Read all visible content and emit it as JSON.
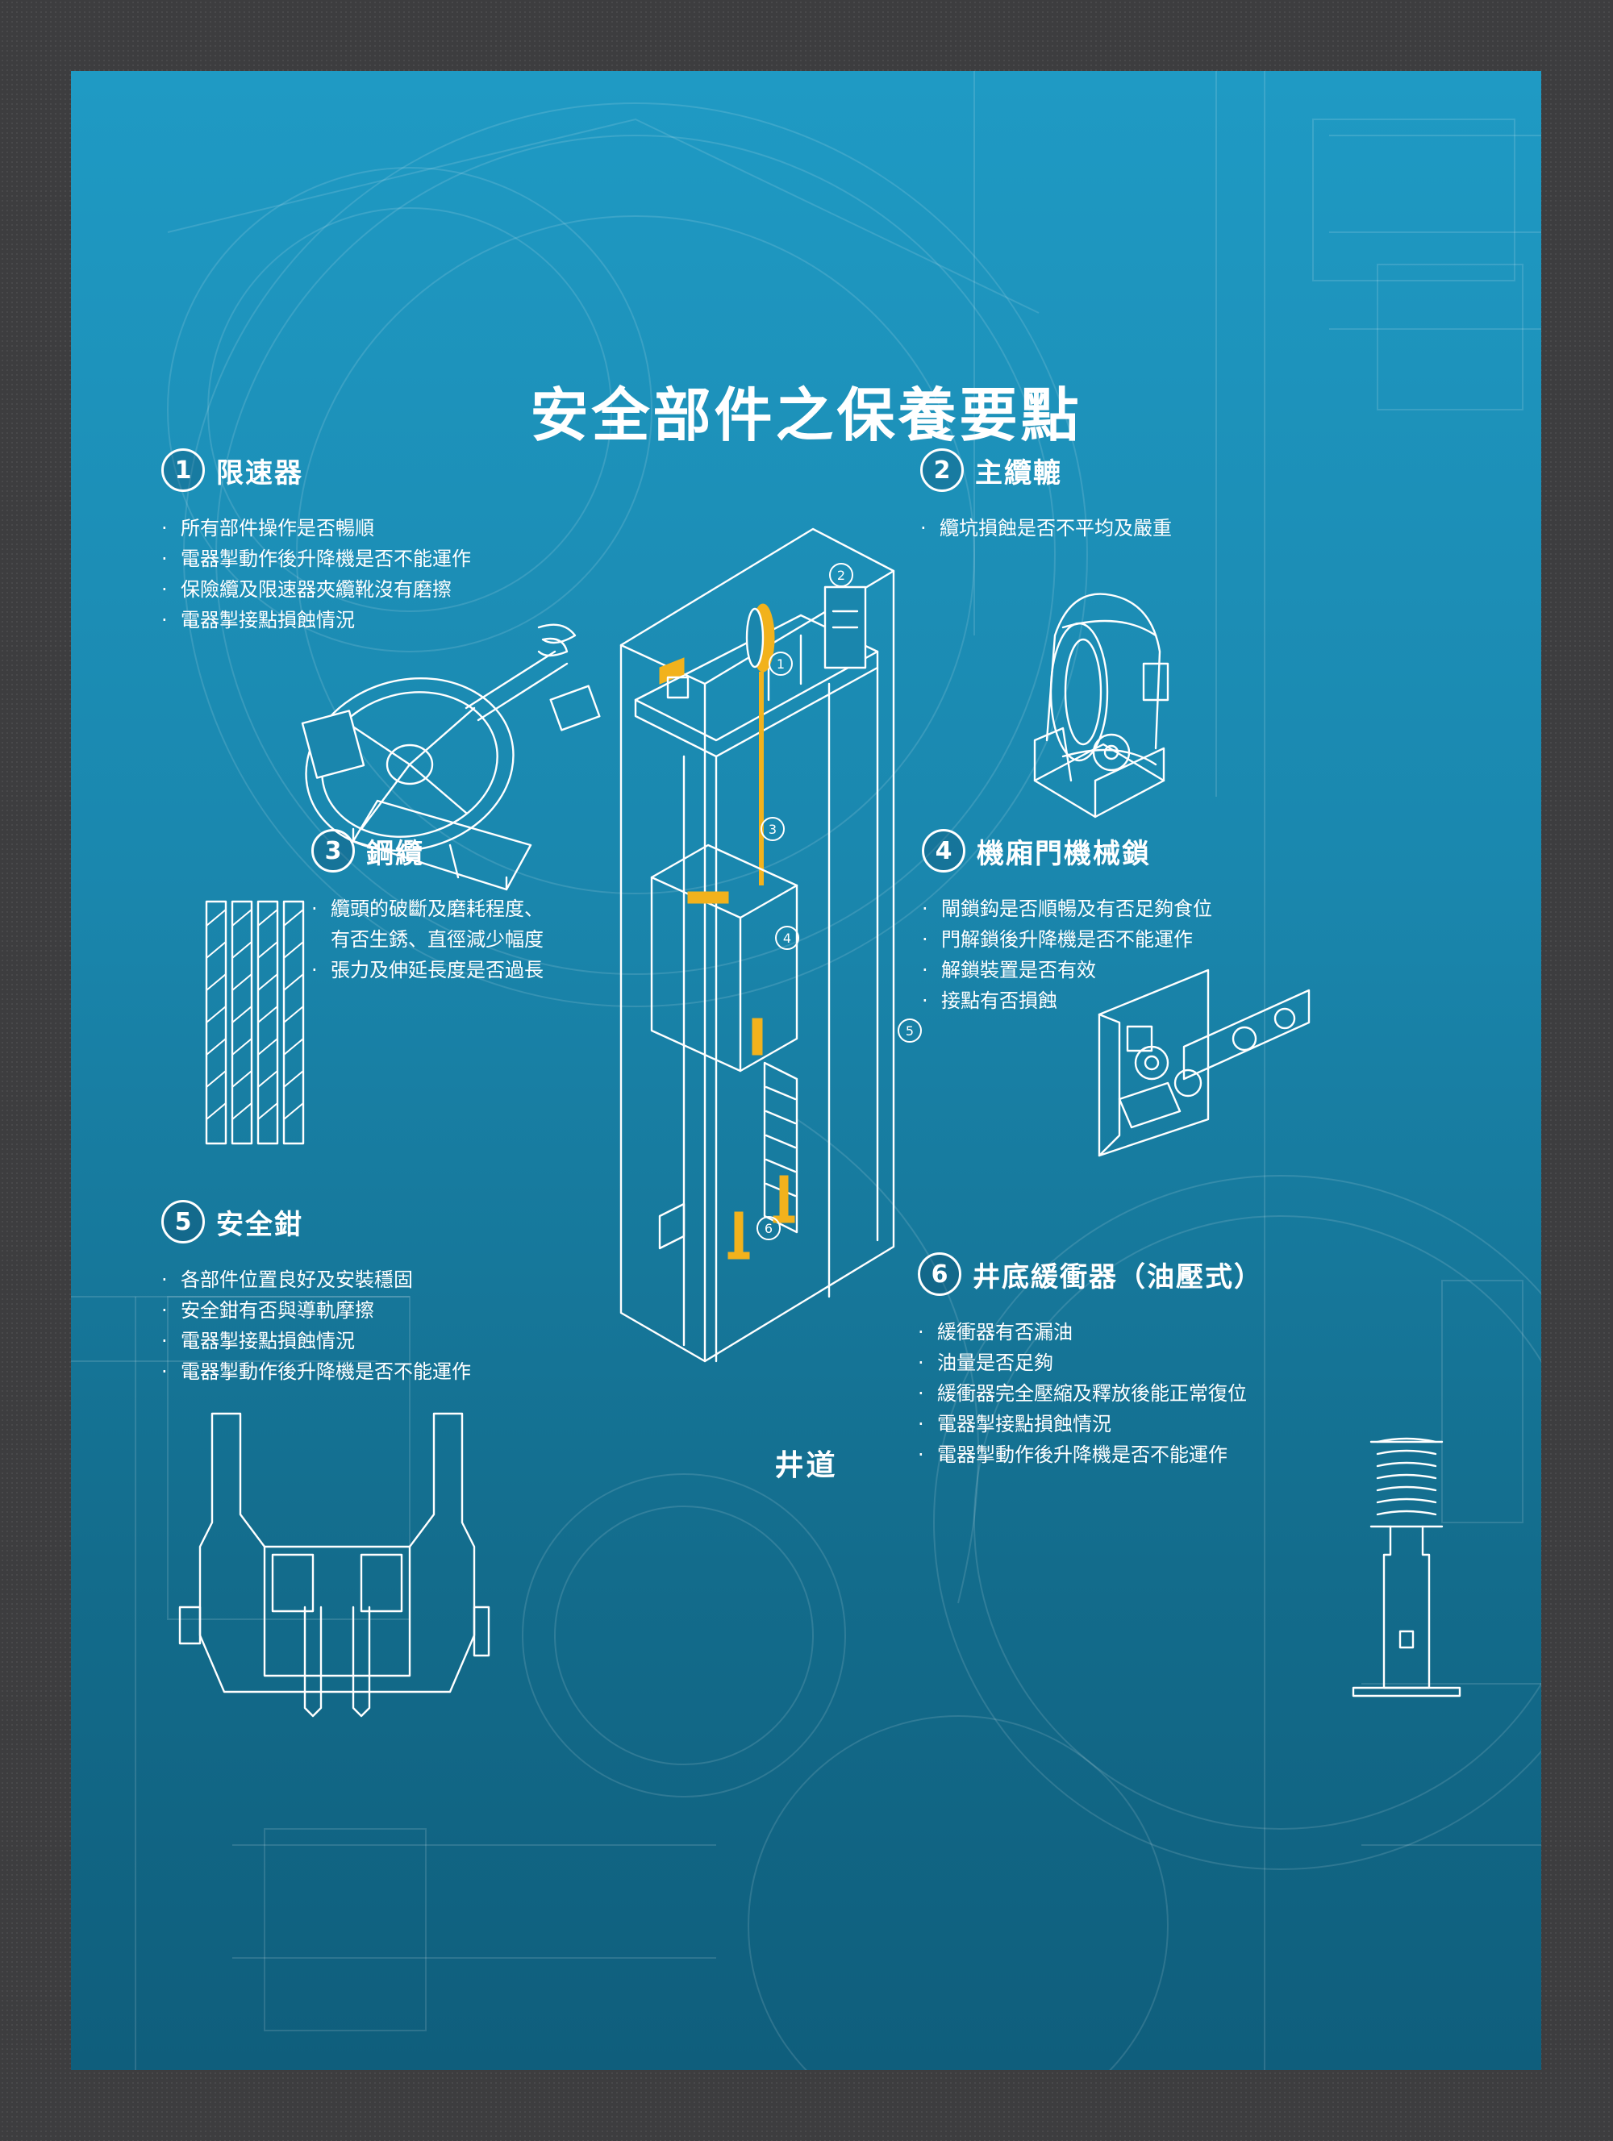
{
  "title": "安全部件之保養要點",
  "shaft_label": "井道",
  "sections": [
    {
      "num": "1",
      "title": "限速器",
      "items": [
        "所有部件操作是否暢順",
        "電器掣動作後升降機是否不能運作",
        "保險纜及限速器夾纜靴沒有磨擦",
        "電器掣接點損蝕情況"
      ]
    },
    {
      "num": "2",
      "title": "主纜轆",
      "items": [
        "纜坑損蝕是否不平均及嚴重"
      ]
    },
    {
      "num": "3",
      "title": "鋼纜",
      "items": [
        "纜頭的破斷及磨耗程度、",
        "有否生銹、直徑減少幅度",
        "張力及伸延長度是否過長"
      ]
    },
    {
      "num": "4",
      "title": "機廂門機械鎖",
      "items": [
        "閘鎖鈎是否順暢及有否足夠食位",
        "門解鎖後升降機是否不能運作",
        "解鎖裝置是否有效",
        "接點有否損蝕"
      ]
    },
    {
      "num": "5",
      "title": "安全鉗",
      "items": [
        "各部件位置良好及安裝穩固",
        "安全鉗有否與導軌摩擦",
        "電器掣接點損蝕情況",
        "電器掣動作後升降機是否不能運作"
      ]
    },
    {
      "num": "6",
      "title": "井底緩衝器（油壓式）",
      "items": [
        "緩衝器有否漏油",
        "油量是否足夠",
        "緩衝器完全壓縮及釋放後能正常復位",
        "電器掣接點損蝕情況",
        "電器掣動作後升降機是否不能運作"
      ]
    }
  ],
  "shaft_markers": [
    "1",
    "2",
    "3",
    "4",
    "5",
    "6"
  ],
  "colors": {
    "accent": "#f2b21c",
    "background": "#1a87ae",
    "frame": "#3d3d3f",
    "line": "#ffffff"
  }
}
